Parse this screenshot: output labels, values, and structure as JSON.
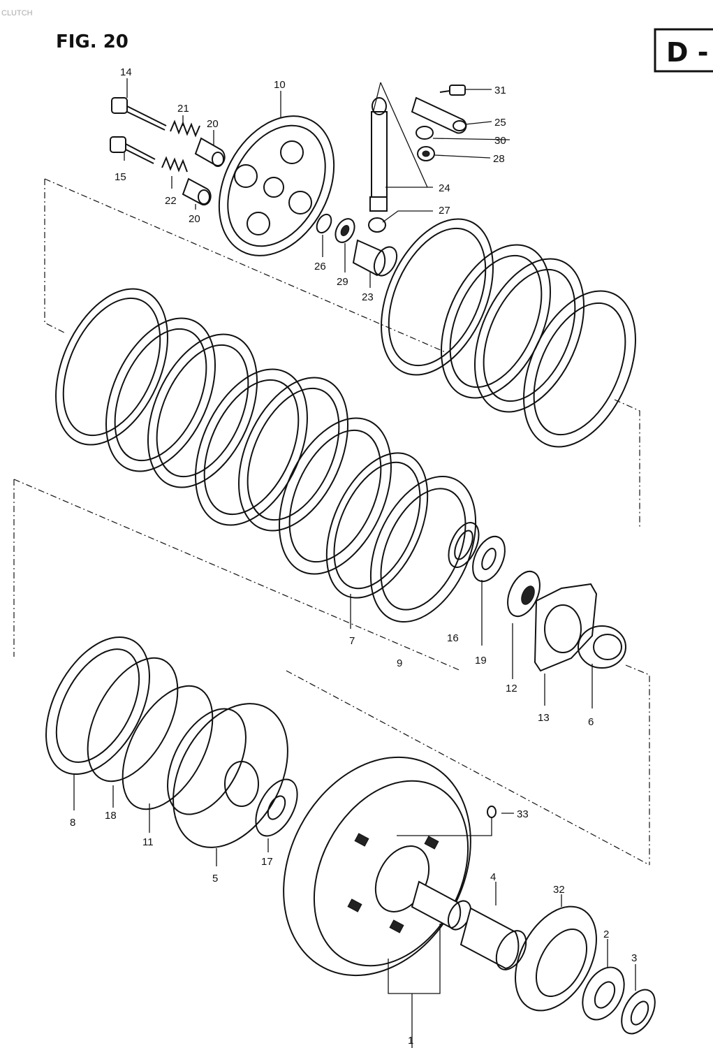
{
  "header": {
    "corner_text": "CLUTCH",
    "figure_title": "FIG. 20",
    "section_badge": "D -"
  },
  "callouts": [
    "1",
    "2",
    "3",
    "4",
    "5",
    "6",
    "7",
    "8",
    "9",
    "10",
    "11",
    "12",
    "13",
    "14",
    "15",
    "16",
    "17",
    "18",
    "19",
    "20",
    "20",
    "21",
    "22",
    "23",
    "24",
    "25",
    "26",
    "27",
    "28",
    "29",
    "30",
    "31",
    "32",
    "33"
  ],
  "colors": {
    "ink": "#111111",
    "paper": "#ffffff"
  }
}
